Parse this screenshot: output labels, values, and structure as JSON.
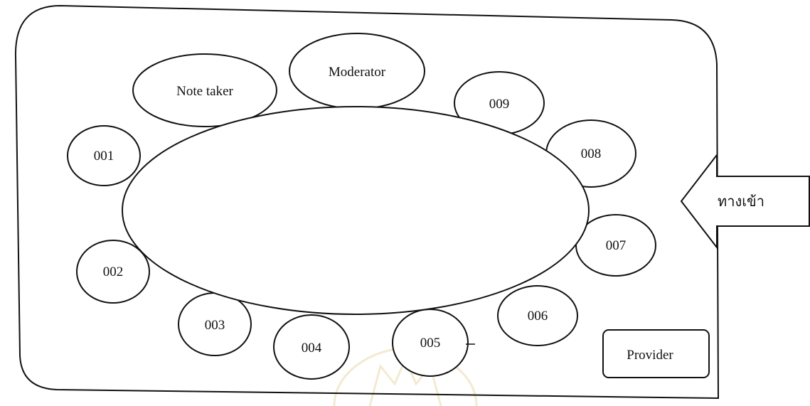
{
  "diagram": {
    "table_label": "",
    "roles": {
      "note_taker": "Note taker",
      "moderator": "Moderator",
      "provider": "Provider"
    },
    "seats": [
      "001",
      "002",
      "003",
      "004",
      "005",
      "006",
      "007",
      "008",
      "009"
    ],
    "entrance_label": "ทางเข้า",
    "colors": {
      "line": "#111111",
      "background": "#ffffff",
      "watermark": "#d9c27a"
    }
  }
}
